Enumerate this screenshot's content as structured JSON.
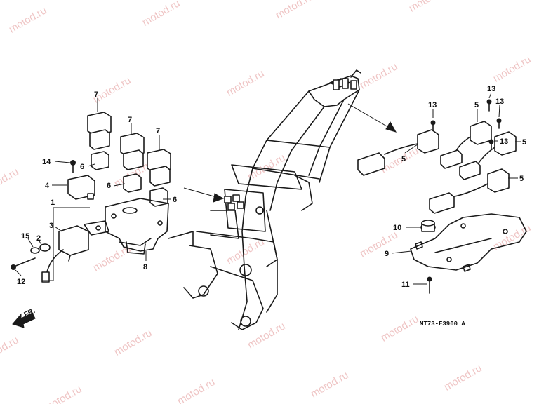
{
  "diagram": {
    "code": "MT73-F3900 A",
    "front_label": "FR.",
    "watermark": "motod.ru",
    "callouts": [
      {
        "id": "c1",
        "text": "1"
      },
      {
        "id": "c2",
        "text": "2"
      },
      {
        "id": "c3",
        "text": "3"
      },
      {
        "id": "c4",
        "text": "4"
      },
      {
        "id": "c5a",
        "text": "5"
      },
      {
        "id": "c5b",
        "text": "5"
      },
      {
        "id": "c5c",
        "text": "5"
      },
      {
        "id": "c5d",
        "text": "5"
      },
      {
        "id": "c6a",
        "text": "6"
      },
      {
        "id": "c6b",
        "text": "6"
      },
      {
        "id": "c6c",
        "text": "6"
      },
      {
        "id": "c7a",
        "text": "7"
      },
      {
        "id": "c7b",
        "text": "7"
      },
      {
        "id": "c7c",
        "text": "7"
      },
      {
        "id": "c8",
        "text": "8"
      },
      {
        "id": "c9",
        "text": "9"
      },
      {
        "id": "c10",
        "text": "10"
      },
      {
        "id": "c11",
        "text": "11"
      },
      {
        "id": "c12",
        "text": "12"
      },
      {
        "id": "c13a",
        "text": "13"
      },
      {
        "id": "c13b",
        "text": "13"
      },
      {
        "id": "c13c",
        "text": "13"
      },
      {
        "id": "c13d",
        "text": "13"
      },
      {
        "id": "c14",
        "text": "14"
      },
      {
        "id": "c15",
        "text": "15"
      }
    ]
  }
}
